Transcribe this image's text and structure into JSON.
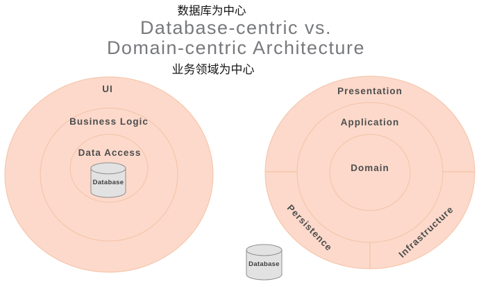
{
  "header": {
    "top_caption": "数据库为中心",
    "title_line1": "Database-centric vs.",
    "title_line2": "Domain-centric Architecture",
    "bottom_caption": "业务领域为中心"
  },
  "left_diagram": {
    "name": "database-centric-architecture",
    "layers": [
      "UI",
      "Business Logic",
      "Data Access"
    ],
    "database_label": "Database"
  },
  "right_diagram": {
    "name": "domain-centric-architecture",
    "layers": [
      "Presentation",
      "Application",
      "Domain"
    ],
    "bottom_segments": [
      "Persistence",
      "Infrastructure"
    ],
    "database_label": "Database"
  },
  "colors": {
    "circle_fill": "#fcd9cb",
    "circle_stroke": "#f4c2a5",
    "label_text": "#4d4d4d",
    "title_text": "#77797c",
    "caption_text": "#141414",
    "cylinder_fill": "#e2e2e2",
    "cylinder_stroke": "#8e8e8e"
  }
}
